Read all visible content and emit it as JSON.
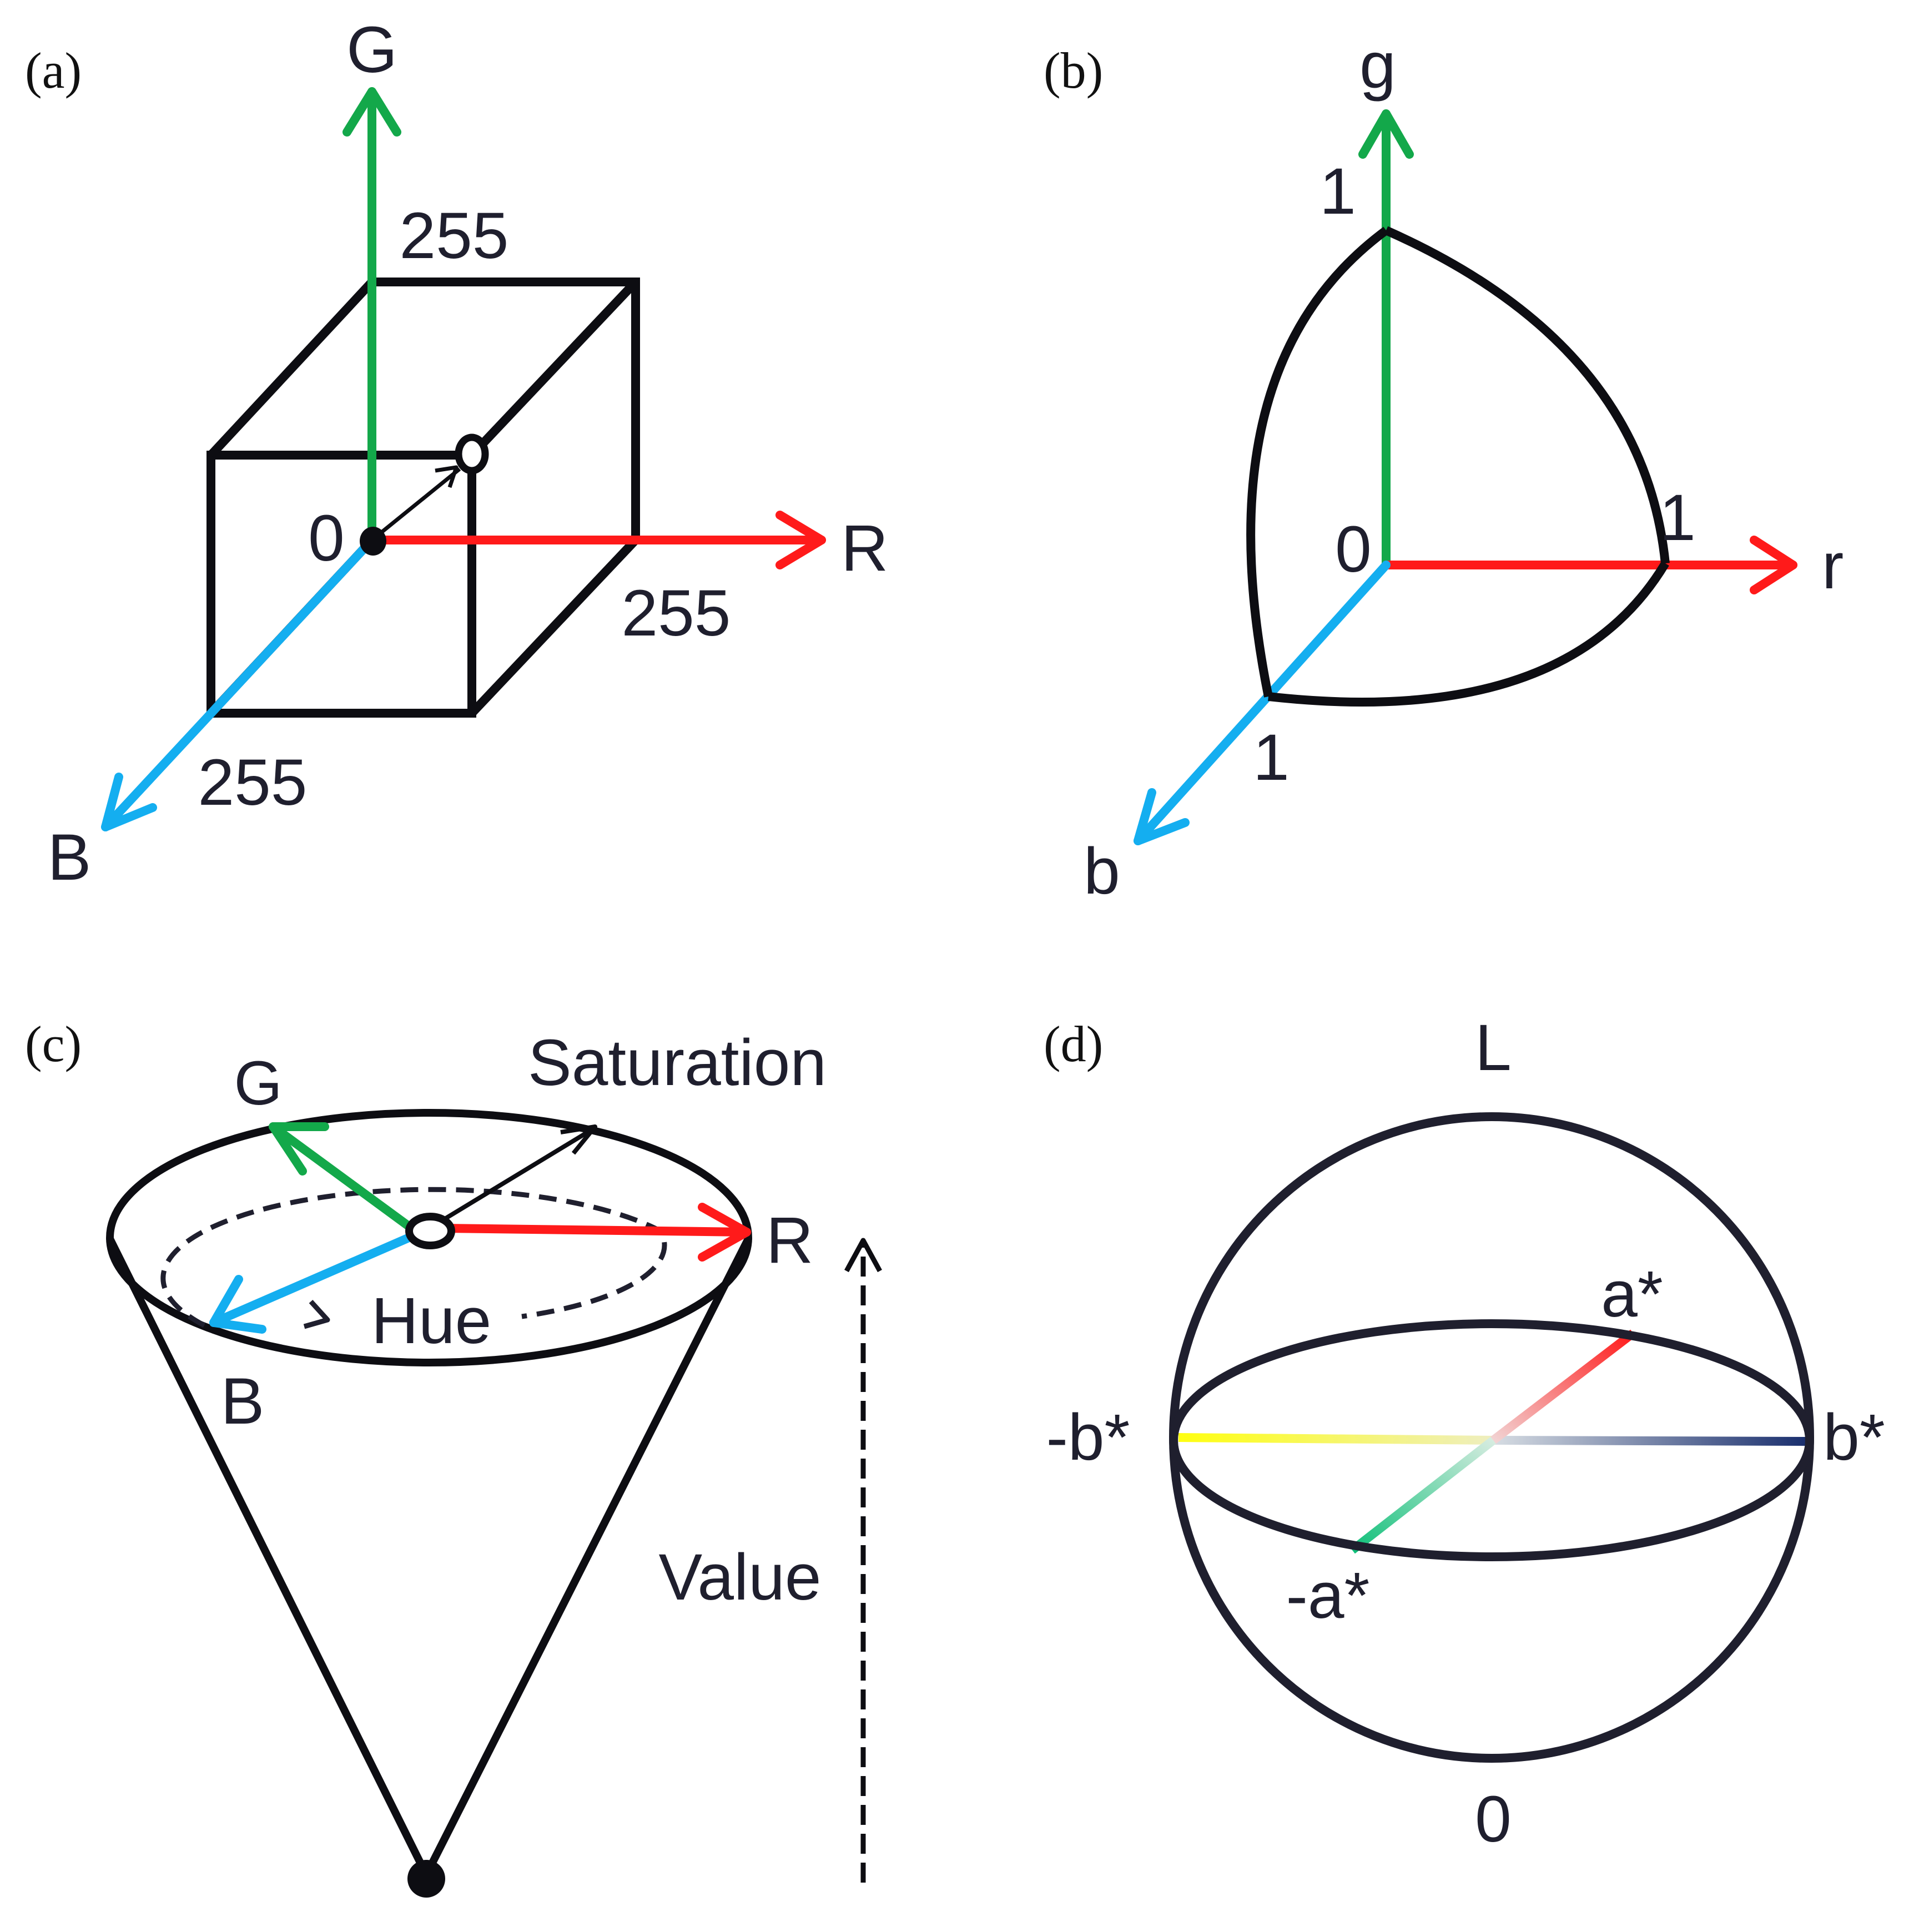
{
  "colors": {
    "red": "#ff1a1a",
    "green": "#13a84a",
    "blue": "#14aef0",
    "black": "#0d0d12",
    "yellow": "#ffff10",
    "navy": "#1a2f6e",
    "teal_green": "#10c07a"
  },
  "panel_a": {
    "label": "(a)",
    "axis_g": "G",
    "axis_r": "R",
    "axis_b": "B",
    "origin": "0",
    "tick_g": "255",
    "tick_r": "255",
    "tick_b": "255"
  },
  "panel_b": {
    "label": "(b)",
    "axis_g": "g",
    "axis_r": "r",
    "axis_b": "b",
    "origin": "0",
    "tick_g": "1",
    "tick_r": "1",
    "tick_b": "1"
  },
  "panel_c": {
    "label": "(c)",
    "axis_g": "G",
    "axis_r": "R",
    "axis_b": "B",
    "saturation": "Saturation",
    "hue": "Hue",
    "value": "Value"
  },
  "panel_d": {
    "label": "(d)",
    "axis_l": "L",
    "zero": "0",
    "a_pos": "a*",
    "a_neg": "-a*",
    "b_pos": "b*",
    "b_neg": "-b*"
  }
}
